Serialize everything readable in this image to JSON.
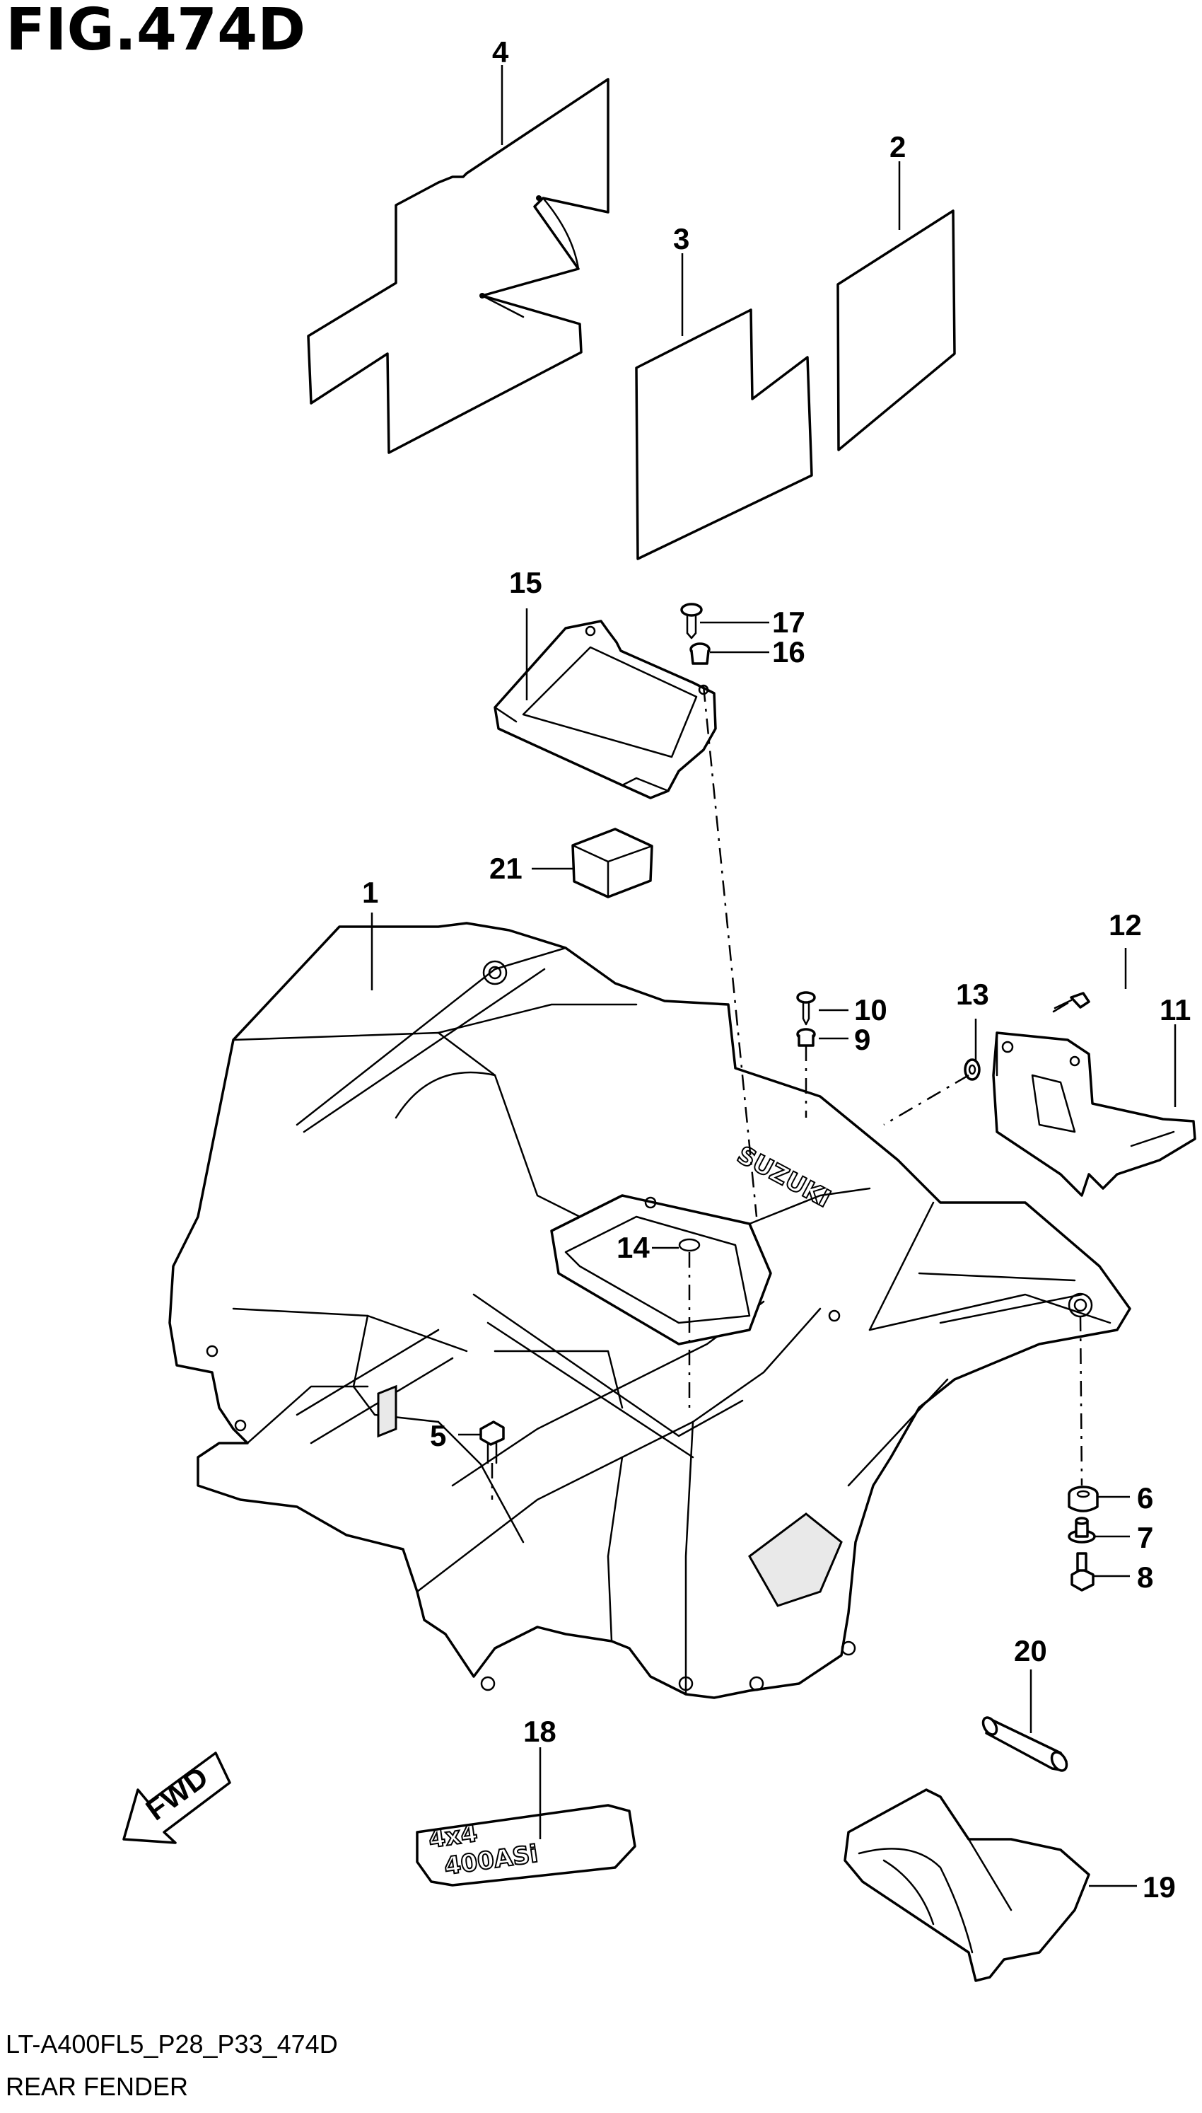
{
  "figure": {
    "title": "FIG.474D",
    "model_code": "LT-A400FL5_P28_P33_474D",
    "caption": "REAR FENDER"
  },
  "markings": {
    "fwd_arrow": "FWD",
    "fender_brand": "SUZUKI",
    "emblem_big": "4x4",
    "emblem_small": "400ASi"
  },
  "callouts": [
    "1",
    "2",
    "3",
    "4",
    "5",
    "6",
    "7",
    "8",
    "9",
    "10",
    "11",
    "12",
    "13",
    "14",
    "15",
    "16",
    "17",
    "18",
    "19",
    "20",
    "21"
  ]
}
